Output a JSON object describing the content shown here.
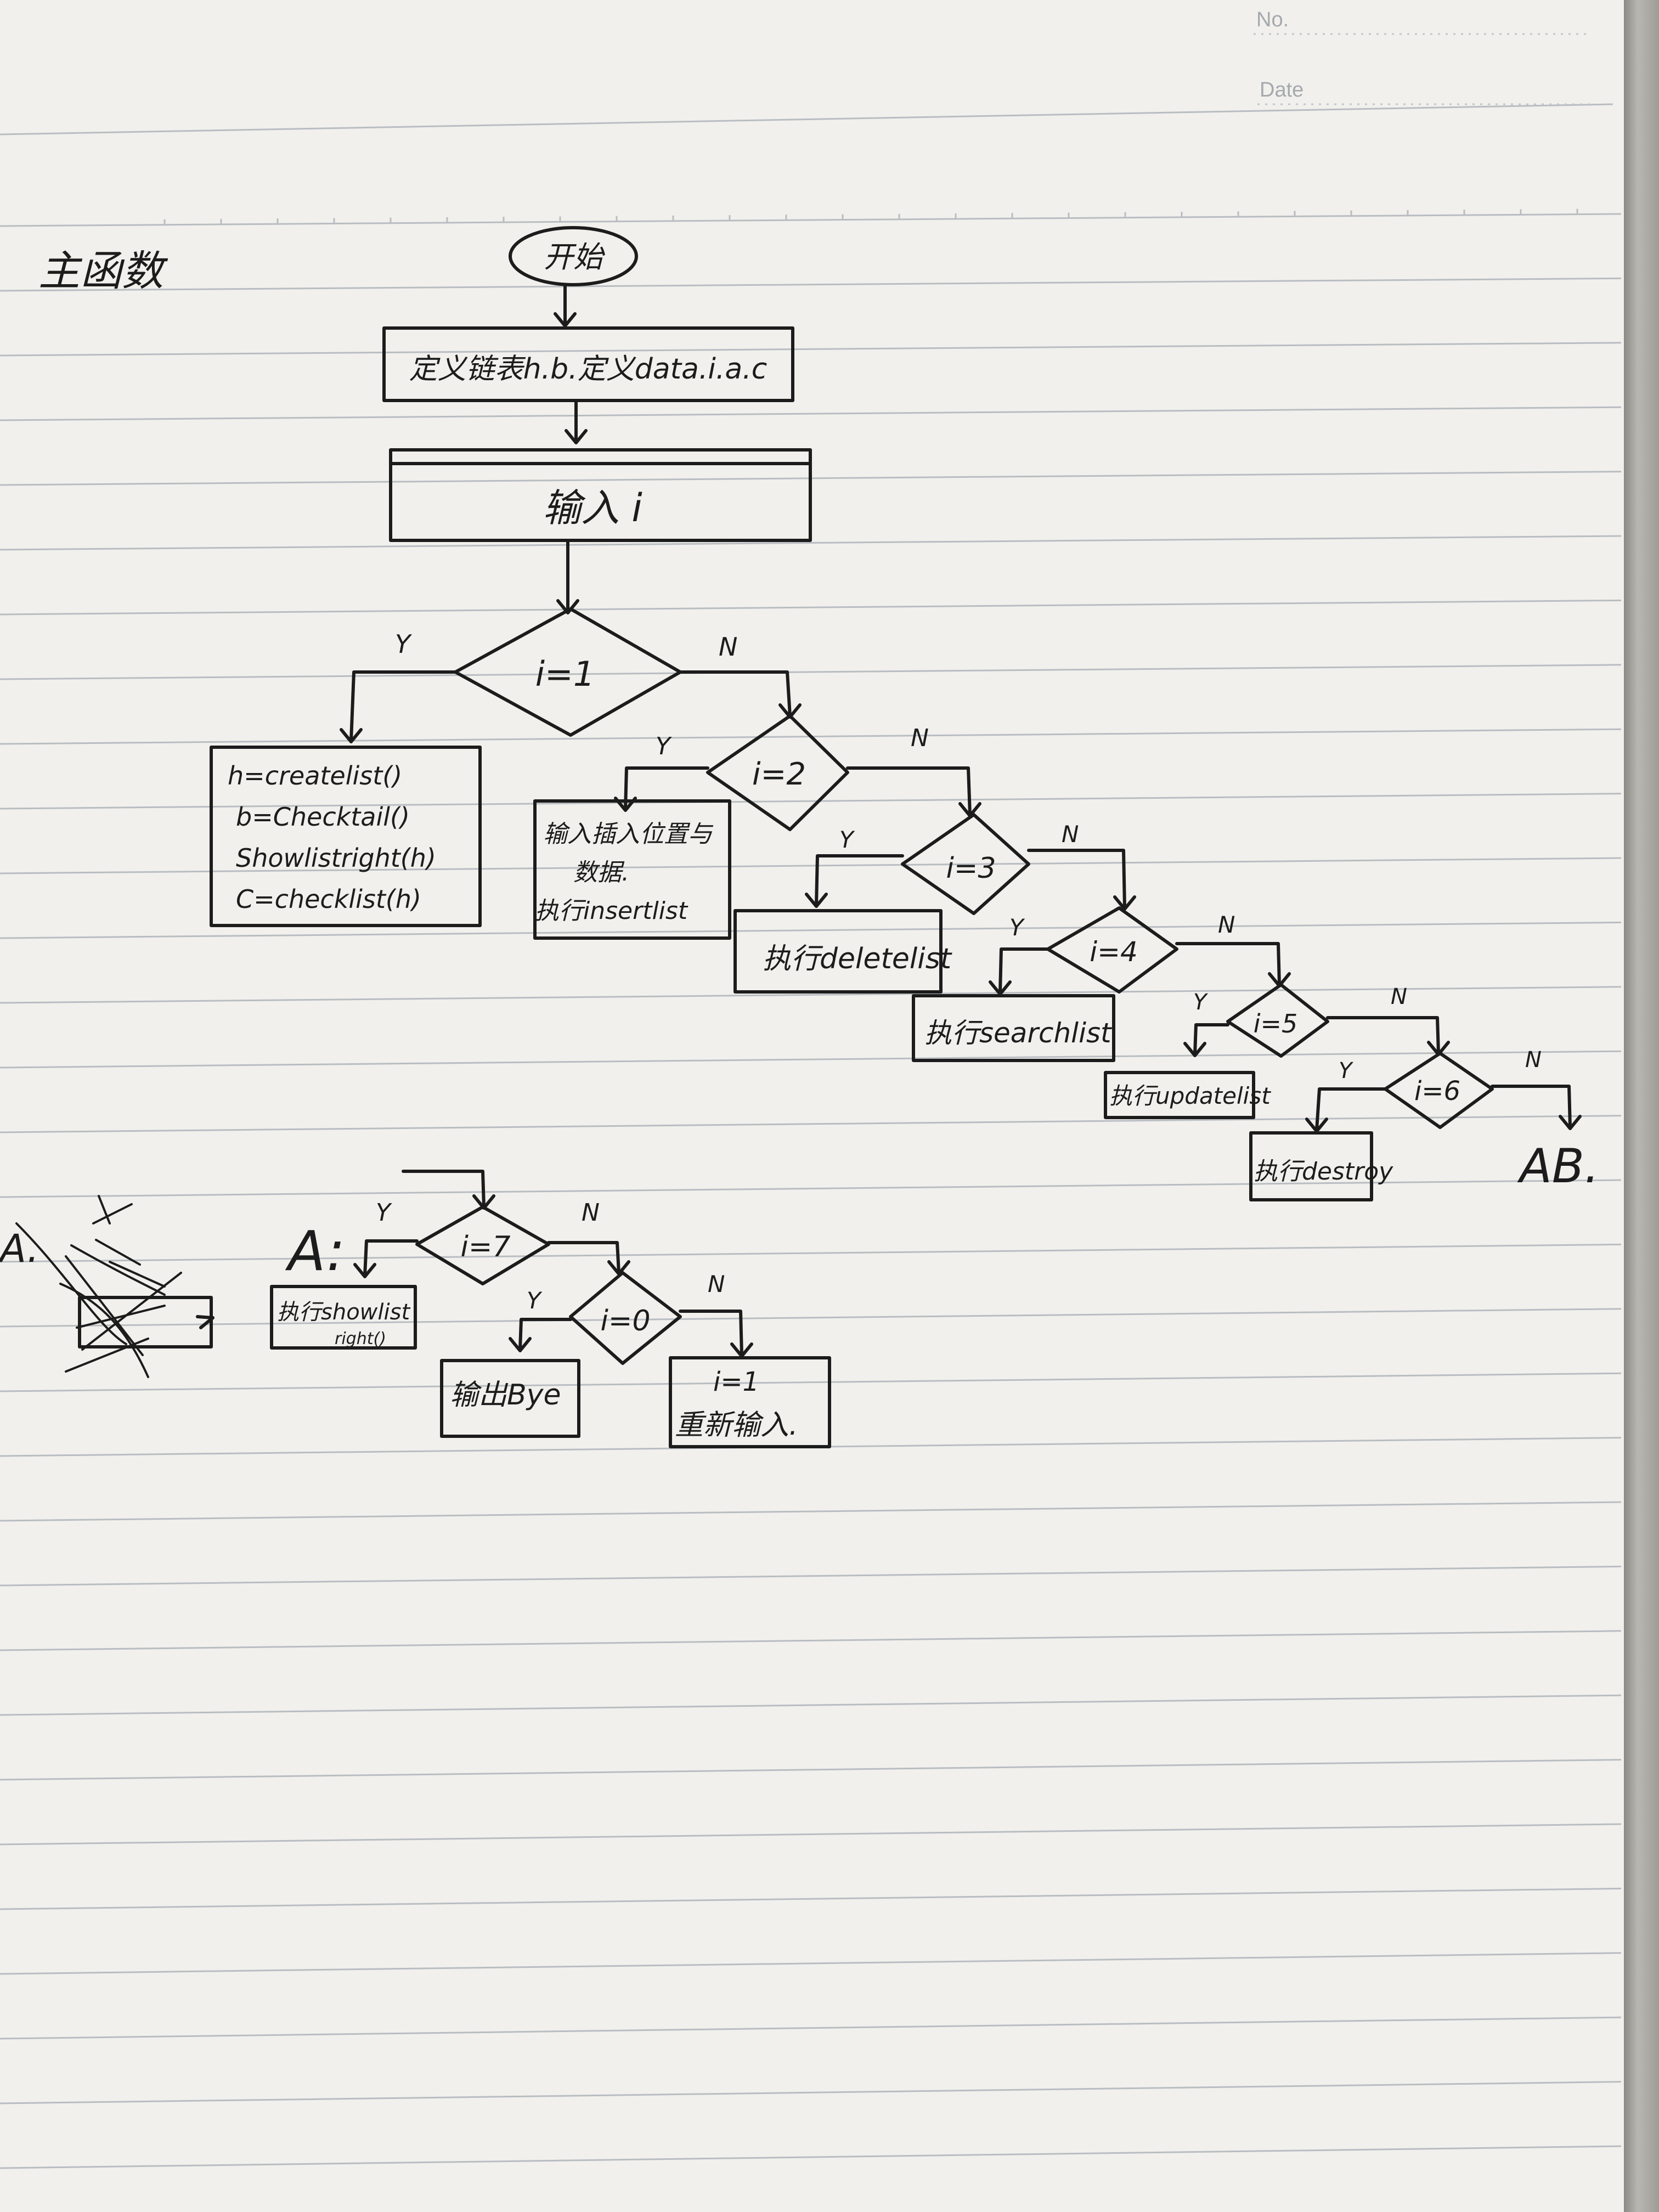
{
  "header": {
    "no_label": "No.",
    "date_label": "Date"
  },
  "page_title": "主函数",
  "nodes": {
    "start": "开始",
    "declare": "定义链表h.b.定义data.i.a.c",
    "input": "输入 i",
    "d1": "i=1",
    "d2": "i=2",
    "d3": "i=3",
    "d4": "i=4",
    "d5": "i=5",
    "d6": "i=6",
    "b1_line1": "h=createlist()",
    "b1_line2": "b=Checktail()",
    "b1_line3": "Showlistright(h)",
    "b1_line4": "C=checklist(h)",
    "b2_line1": "输入插入位置与",
    "b2_line2": "数据.",
    "b2_line3": "执行insertlist",
    "b3": "执行deletelist",
    "b4": "执行searchlist",
    "b5": "执行updatelist",
    "b6": "执行destroy",
    "ab_ref": "AB.",
    "a_label": "A:",
    "d7": "i=7",
    "d0": "i=0",
    "b7_line1": "执行showlist",
    "b7_line2": "right()",
    "bye": "输出Bye",
    "re_line1": "i=1",
    "re_line2": "重新输入."
  },
  "branch_yes": "Y",
  "branch_no": "N",
  "scribble_label": "A."
}
